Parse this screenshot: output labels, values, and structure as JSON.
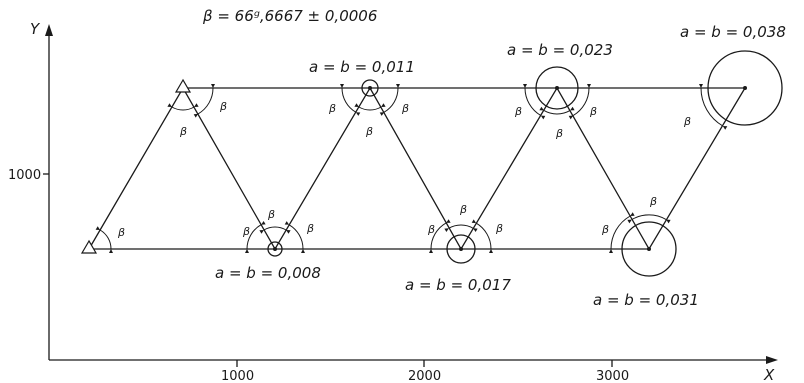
{
  "title": "β = 66ᵍ,6667 ± 0,0006",
  "axes": {
    "y_label": "Y",
    "x_label": "X",
    "y_ticks": [
      {
        "value": 1000,
        "label": "1000"
      }
    ],
    "x_ticks": [
      {
        "value": 1000,
        "label": "1000"
      },
      {
        "value": 2000,
        "label": "2000"
      },
      {
        "value": 3000,
        "label": "3000"
      }
    ]
  },
  "angle_symbol": "β",
  "ellipse_labels": [
    "a = b = 0,008",
    "a = b = 0,011",
    "a = b = 0,017",
    "a = b = 0,023",
    "a = b = 0,031",
    "a = b = 0,038"
  ],
  "network": {
    "fixed_points": [
      "A",
      "B"
    ],
    "points": [
      {
        "id": "A",
        "type": "fixed"
      },
      {
        "id": "B",
        "type": "fixed"
      },
      {
        "id": "P1",
        "ellipse_label_index": 0,
        "radius_value": 0.008
      },
      {
        "id": "P2",
        "ellipse_label_index": 1,
        "radius_value": 0.011
      },
      {
        "id": "P3",
        "ellipse_label_index": 2,
        "radius_value": 0.017
      },
      {
        "id": "P4",
        "ellipse_label_index": 3,
        "radius_value": 0.023
      },
      {
        "id": "P5",
        "ellipse_label_index": 4,
        "radius_value": 0.031
      },
      {
        "id": "P6",
        "ellipse_label_index": 5,
        "radius_value": 0.038
      }
    ],
    "lines": [
      [
        "A",
        "B"
      ],
      [
        "B",
        "P2"
      ],
      [
        "P2",
        "P4"
      ],
      [
        "P4",
        "P6"
      ],
      [
        "A",
        "P1"
      ],
      [
        "P1",
        "P3"
      ],
      [
        "P3",
        "P5"
      ],
      [
        "A",
        "B"
      ],
      [
        "B",
        "P1"
      ],
      [
        "P1",
        "P2"
      ],
      [
        "P2",
        "P3"
      ],
      [
        "P3",
        "P4"
      ],
      [
        "P4",
        "P5"
      ],
      [
        "P5",
        "P6"
      ]
    ]
  }
}
